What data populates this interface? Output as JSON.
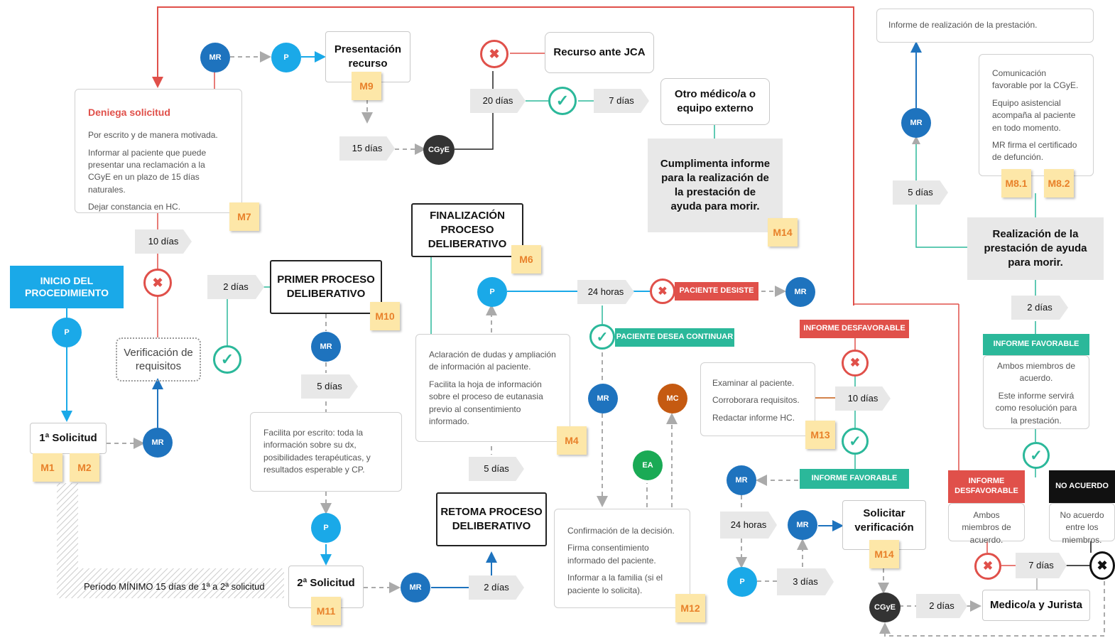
{
  "nodes": {
    "inicio": "INICIO DEL PROCEDIMIENTO",
    "solicitud1": "1ª Solicitud",
    "solicitud2": "2ª Solicitud",
    "verificacion": "Verificación de requisitos",
    "deniega_title": "Deniega solicitud",
    "deniega_l1": "Por escrito y de manera motivada.",
    "deniega_l2": "Informar al paciente que puede presentar una reclamación a la CGyE en un plazo de 15 días naturales.",
    "deniega_l3": "Dejar constancia en HC.",
    "presentacion": "Presentación recurso",
    "recurso_jca": "Recurso ante JCA",
    "otro_medico": "Otro médico/a o equipo externo",
    "cumplimenta": "Cumplimenta informe para la realización de la prestación de ayuda para morir.",
    "finalizacion": "FINALIZACIÓN PROCESO DELIBERATIVO",
    "primer": "PRIMER PROCESO DELIBERATIVO",
    "retoma": "RETOMA PROCESO DELIBERATIVO",
    "primer_text": "Facilita por escrito: toda la información sobre su dx, posibilidades terapéuticas, y resultados esperable y CP.",
    "aclaracion_l1": "Aclaración de dudas y ampliación de información al paciente.",
    "aclaracion_l2": "Facilita la hoja de información sobre el proceso de eutanasia previo al consentimiento informado.",
    "confirmacion_l1": "Confirmación de la decisión.",
    "confirmacion_l2": "Firma consentimiento informado del paciente.",
    "confirmacion_l3": "Informar a la familia (si el paciente lo solicita).",
    "examinar_l1": "Examinar al paciente.",
    "examinar_l2": "Corroborara requisitos.",
    "examinar_l3": "Redactar informe HC.",
    "solicitar_verif": "Solicitar verificación",
    "informe_realizacion": "Informe de realización de la prestación.",
    "comunicacion_l1": "Comunicación favorable por la CGyE.",
    "comunicacion_l2": "Equipo asistencial acompaña al paciente en todo momento.",
    "comunicacion_l3": "MR firma el certificado de defunción.",
    "realizacion": "Realización de la prestación de ayuda para morir.",
    "ambos_fav_l1": "Ambos miembros de acuerdo.",
    "ambos_fav_l2": "Este informe servirá como resolución para la prestación.",
    "ambos_desfav": "Ambos miembros de acuerdo.",
    "no_acuerdo_txt": "No acuerdo entre los miembros.",
    "medico_jurista": "Medico/a y Jurista",
    "periodo": "Período MÍNIMO 15 días de 1ª a 2ª solicitud"
  },
  "tags": {
    "paciente_desiste": "PACIENTE DESISTE",
    "paciente_continuar": "PACIENTE DESEA CONTINUAR",
    "informe_desfav": "INFORME DESFAVORABLE",
    "informe_fav": "INFORME FAVORABLE",
    "informe_fav2": "INFORME FAVORABLE",
    "informe_desfav2": "INFORME DESFAVORABLE",
    "no_acuerdo": "NO ACUERDO"
  },
  "durations": {
    "d20": "20 días",
    "d7a": "7 días",
    "d15": "15 días",
    "d10a": "10 días",
    "d2a": "2 días",
    "d5a": "5 días",
    "d24a": "24 horas",
    "d5b": "5 días",
    "d2b": "2 días",
    "d10b": "10 días",
    "d24b": "24 horas",
    "d3": "3 días",
    "d2c": "2 días",
    "d5c": "5 días",
    "d2d": "2 días",
    "d7b": "7 días"
  },
  "roles": {
    "mr": "MR",
    "p": "P",
    "cgye": "CGyE",
    "mc": "MC",
    "ea": "EA"
  },
  "notes": {
    "m1": "M1",
    "m2": "M2",
    "m4": "M4",
    "m6": "M6",
    "m7": "M7",
    "m9": "M9",
    "m10": "M10",
    "m11": "M11",
    "m12": "M12",
    "m13": "M13",
    "m14a": "M14",
    "m14b": "M14",
    "m81": "M8.1",
    "m82": "M8.2"
  },
  "colors": {
    "mr": "#1e73be",
    "p": "#1aa9e8",
    "ok": "#2bb89a",
    "no": "#e0504a",
    "cgye": "#333333",
    "mc": "#c55a11",
    "ea": "#1aaa55",
    "note_text": "#e8812a"
  }
}
